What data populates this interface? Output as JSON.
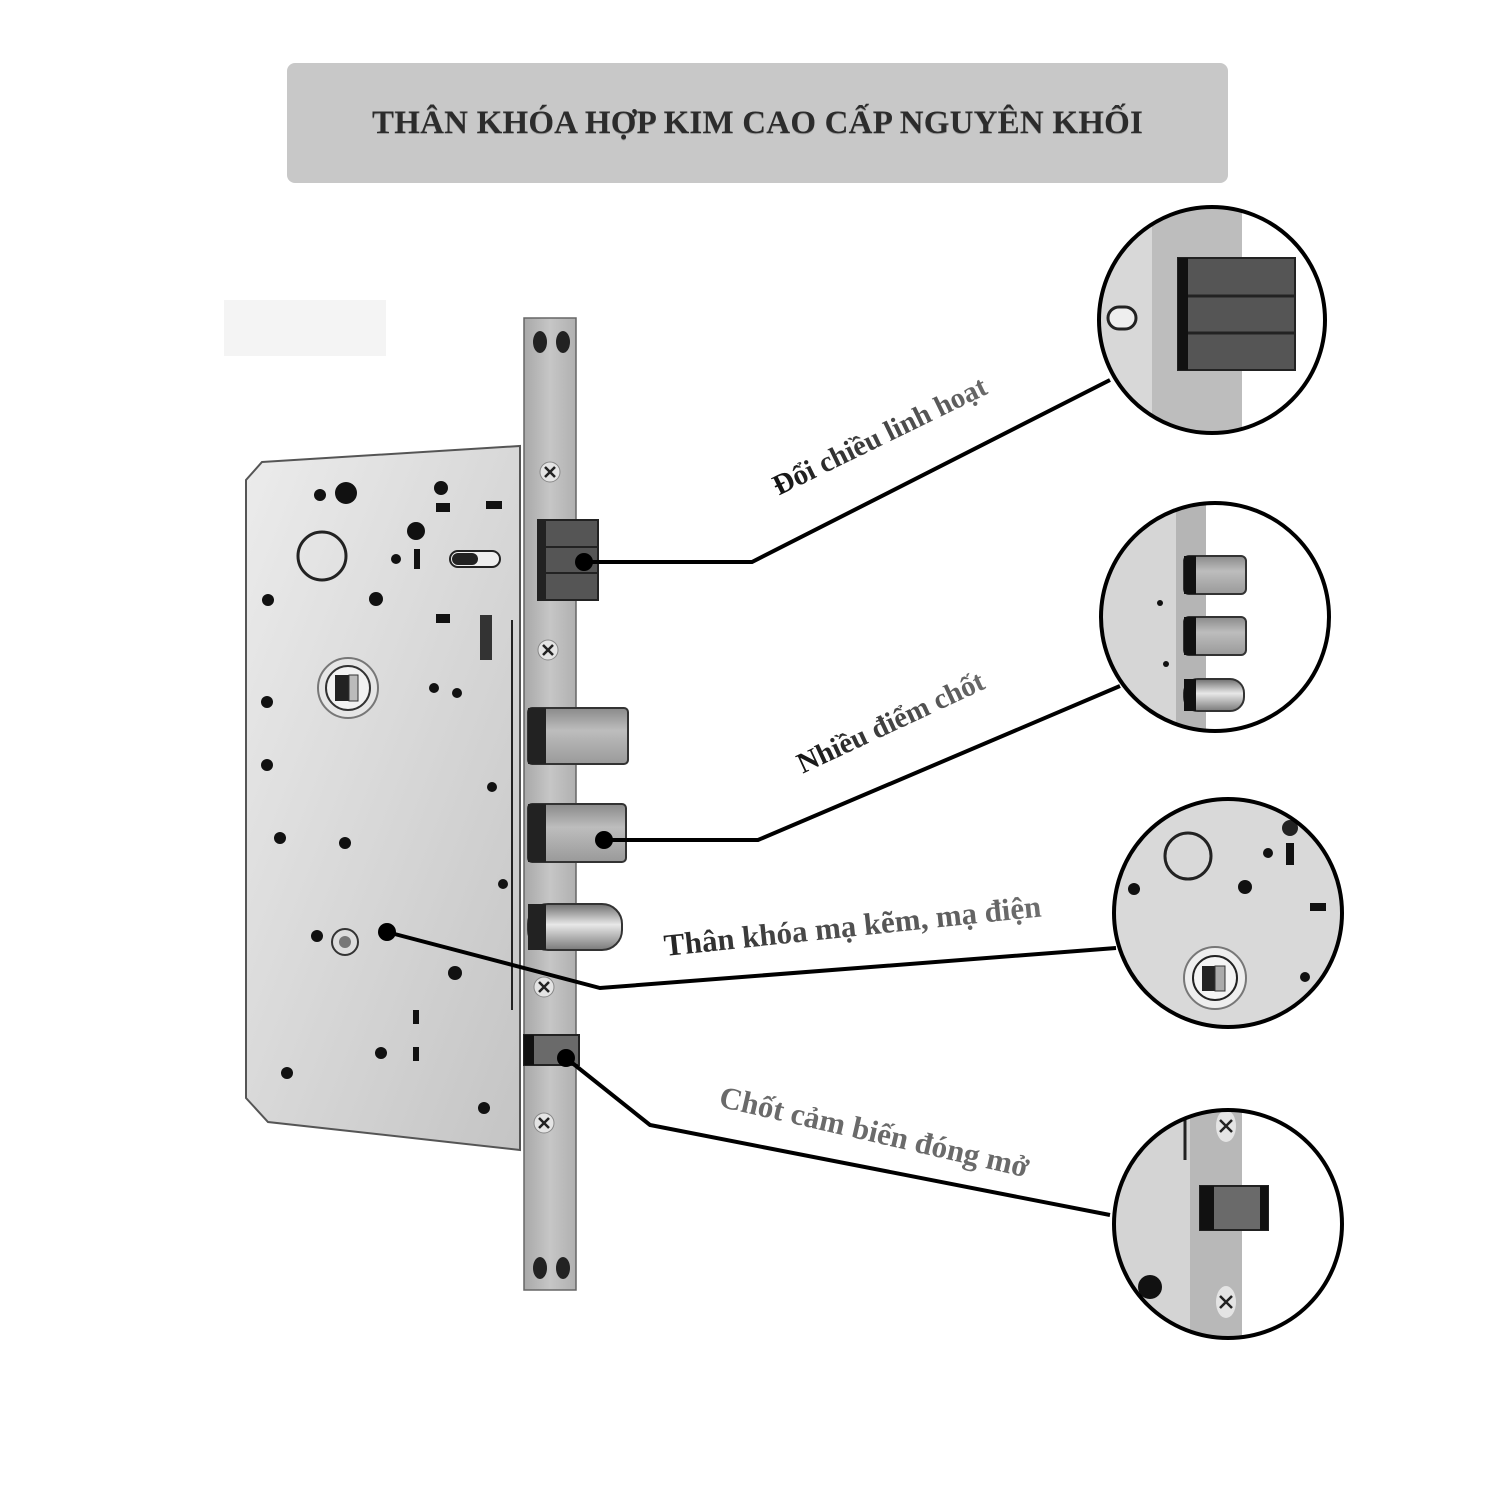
{
  "header": {
    "title": "THÂN KHÓA HỢP KIM CAO CẤP NGUYÊN KHỐI"
  },
  "callouts": [
    {
      "id": "reversible-latch",
      "label": "Đổi chiều linh hoạt",
      "zoom_detail": "latch-bolt"
    },
    {
      "id": "multi-point",
      "label": "Nhiều điểm chốt",
      "zoom_detail": "three-deadbolts"
    },
    {
      "id": "plated-body",
      "label": "Thân khóa mạ kẽm, mạ điện",
      "zoom_detail": "case-plate"
    },
    {
      "id": "sensor-pin",
      "label": "Chốt cảm biến đóng mở",
      "zoom_detail": "sensor-latch"
    }
  ],
  "colors": {
    "banner_bg": "#c8c8c8",
    "title_text": "#2c2c2c",
    "case_plate": "#d9d9d9",
    "faceplate": "#b8b8b8",
    "bolt_dark": "#4a4a4a",
    "leader_line": "#000000"
  }
}
